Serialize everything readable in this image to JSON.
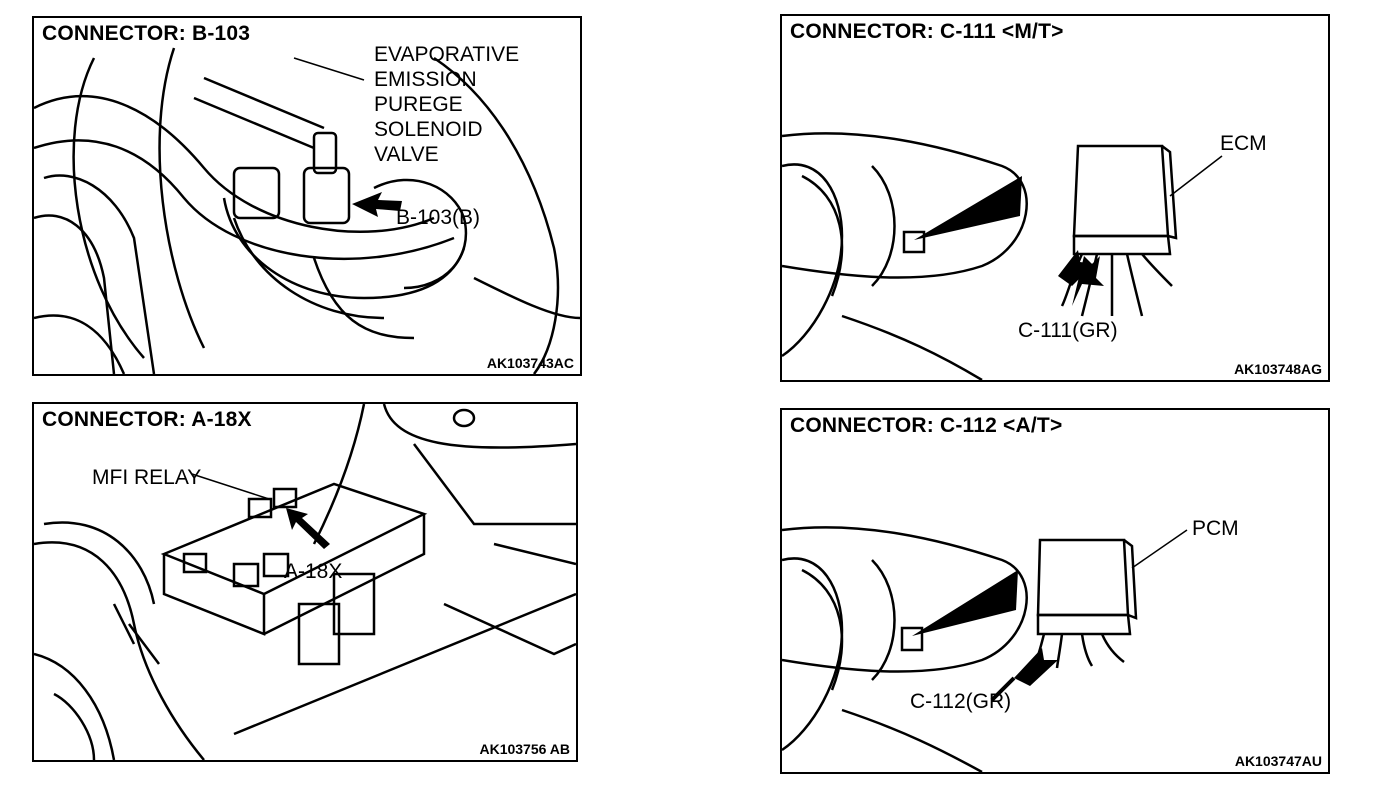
{
  "panels": {
    "b103": {
      "title": "CONNECTOR: B-103",
      "component_lines": [
        "EVAPORATIVE",
        "EMISSION",
        "PUREGE",
        "SOLENOID",
        "VALVE"
      ],
      "connector_label": "B-103(B)",
      "code": "AK103743AC"
    },
    "a18x": {
      "title": "CONNECTOR: A-18X",
      "component_label": "MFI RELAY",
      "connector_label": "A-18X",
      "code": "AK103756 AB"
    },
    "c111": {
      "title": "CONNECTOR: C-111 <M/T>",
      "component_label": "ECM",
      "connector_label": "C-111(GR)",
      "code": "AK103748AG"
    },
    "c112": {
      "title": "CONNECTOR: C-112 <A/T>",
      "component_label": "PCM",
      "connector_label": "C-112(GR)",
      "code": "AK103747AU"
    }
  },
  "colors": {
    "line": "#000000",
    "background": "#ffffff"
  }
}
